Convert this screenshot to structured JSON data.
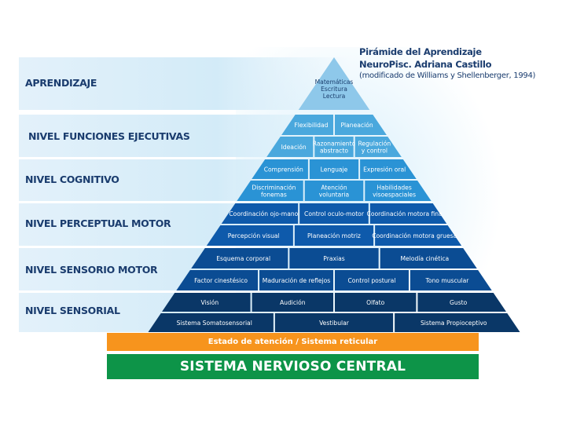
{
  "title": {
    "line1": "Pirámide del Aprendizaje",
    "line2": "NeuroPisc. Adriana Castillo",
    "line3": "(modificado de Williams y Shellenberger, 1994)"
  },
  "colors": {
    "aprendizaje": "#8ec8ea",
    "funciones_ejecutivas": "#4aa8dd",
    "cognitivo": "#2a93d5",
    "perceptual_motor": "#0e5aab",
    "sensorio_motor": "#0b4c93",
    "sensorial": "#0a3767",
    "atencion": "#f7941d",
    "snc": "#0d9448",
    "label_text": "#1a3c6e"
  },
  "levels": [
    {
      "name": "APRENDIZAJE",
      "rows": [
        [
          "Matemáticas\nEscritura\nLectura"
        ]
      ]
    },
    {
      "name": "NIVEL FUNCIONES EJECUTIVAS",
      "rows": [
        [
          "Flexibilidad",
          "Planeación"
        ],
        [
          "Ideación",
          "Razonamiento\nabstracto",
          "Regulación\ny control"
        ]
      ]
    },
    {
      "name": "NIVEL COGNITIVO",
      "rows": [
        [
          "Comprensión",
          "Lenguaje",
          "Expresión oral"
        ],
        [
          "Discriminación\nfonemas",
          "Atención\nvoluntaria",
          "Habilidades\nvisoespaciales"
        ]
      ]
    },
    {
      "name": "NIVEL PERCEPTUAL MOTOR",
      "rows": [
        [
          "Coordinación ojo-mano",
          "Control oculo-motor",
          "Coordinación motora fina"
        ],
        [
          "Percepción visual",
          "Planeación motriz",
          "Coordinación motora gruesa"
        ]
      ]
    },
    {
      "name": "NIVEL SENSORIO MOTOR",
      "rows": [
        [
          "Esquema corporal",
          "Praxias",
          "Melodía cinética"
        ],
        [
          "Factor cinestésico",
          "Maduración de reflejos",
          "Control postural",
          "Tono muscular"
        ]
      ]
    },
    {
      "name": "NIVEL SENSORIAL",
      "rows": [
        [
          "Visión",
          "Audición",
          "Olfato",
          "Gusto"
        ],
        [
          "Sistema Somatosensorial",
          "Vestibular",
          "Sistema Propioceptivo"
        ]
      ]
    }
  ],
  "base": {
    "atencion": "Estado de atención / Sistema reticular",
    "snc": "SISTEMA NERVIOSO CENTRAL"
  }
}
